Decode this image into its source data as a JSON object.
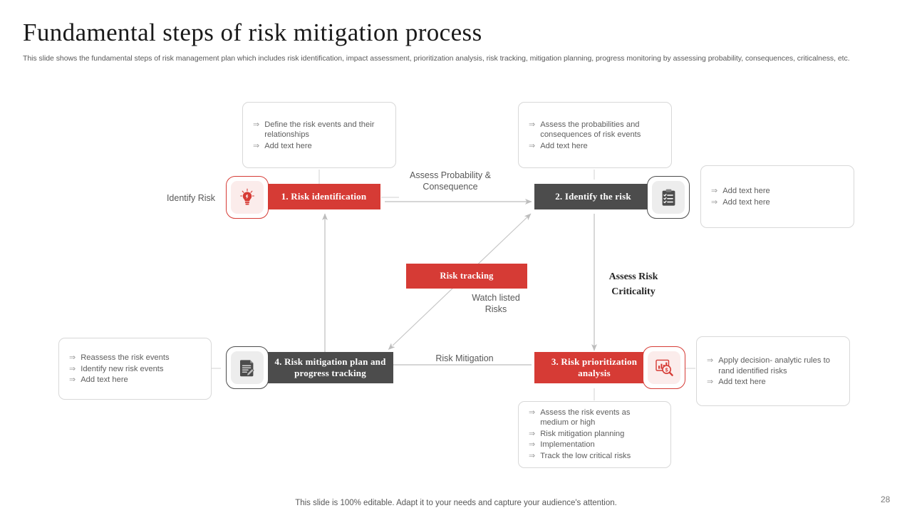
{
  "header": {
    "title": "Fundamental steps of risk mitigation process",
    "subtitle": "This slide shows the fundamental steps of risk management plan  which includes risk identification, impact assessment, prioritization analysis, risk tracking, mitigation planning,  progress monitoring by assessing probability, consequences, criticalness, etc."
  },
  "colors": {
    "accent_red": "#d63b35",
    "dark_gray": "#4c4c4c",
    "note_border": "#d8d8d8",
    "connector": "#c0c0c0",
    "body_text": "#5e5e5e"
  },
  "steps": [
    {
      "id": "step-1",
      "label": "1. Risk identification",
      "color": "red",
      "icon": "lightbulb-icon"
    },
    {
      "id": "step-2",
      "label": "2. Identify  the risk",
      "color": "gray",
      "icon": "clipboard-checklist-icon"
    },
    {
      "id": "step-3",
      "label": "3. Risk prioritization analysis",
      "color": "red",
      "icon": "chart-magnifier-icon"
    },
    {
      "id": "step-4",
      "label": "4. Risk mitigation  plan and  progress tracking",
      "color": "gray",
      "icon": "document-notes-icon"
    }
  ],
  "center": {
    "risk_tracking_label": "Risk tracking"
  },
  "flow_labels": {
    "identify_risk": "Identify Risk",
    "assess_probability": "Assess Probability &\nConsequence",
    "assess_criticality": "Assess Risk\nCriticality",
    "watch_listed_risks": "Watch listed\nRisks",
    "risk_mitigation": "Risk Mitigation"
  },
  "notes": {
    "top_left": {
      "bullet": "⇒",
      "lines": [
        "Define the risk events and their relationships",
        "Add text here"
      ]
    },
    "top_center": {
      "bullet": "⇒",
      "lines": [
        "Assess the probabilities and consequences of risk events",
        "Add text here"
      ]
    },
    "top_right": {
      "bullet": "⇒",
      "lines": [
        "Add text here",
        "Add text here"
      ]
    },
    "bottom_left": {
      "bullet": "⇒",
      "lines": [
        "Reassess the risk events",
        "Identify new risk events",
        "Add text here"
      ]
    },
    "bottom_center": {
      "bullet": "⇒",
      "lines": [
        "Assess the risk events as medium or high",
        "Risk mitigation planning",
        "Implementation",
        "Track the low critical risks"
      ]
    },
    "bottom_right": {
      "bullet": "⇒",
      "lines": [
        "Apply decision- analytic rules to rand identified risks",
        "Add text here"
      ]
    }
  },
  "footer": {
    "note": "This slide is 100% editable. Adapt it to your needs and capture your audience's attention.",
    "page_number": "28"
  }
}
